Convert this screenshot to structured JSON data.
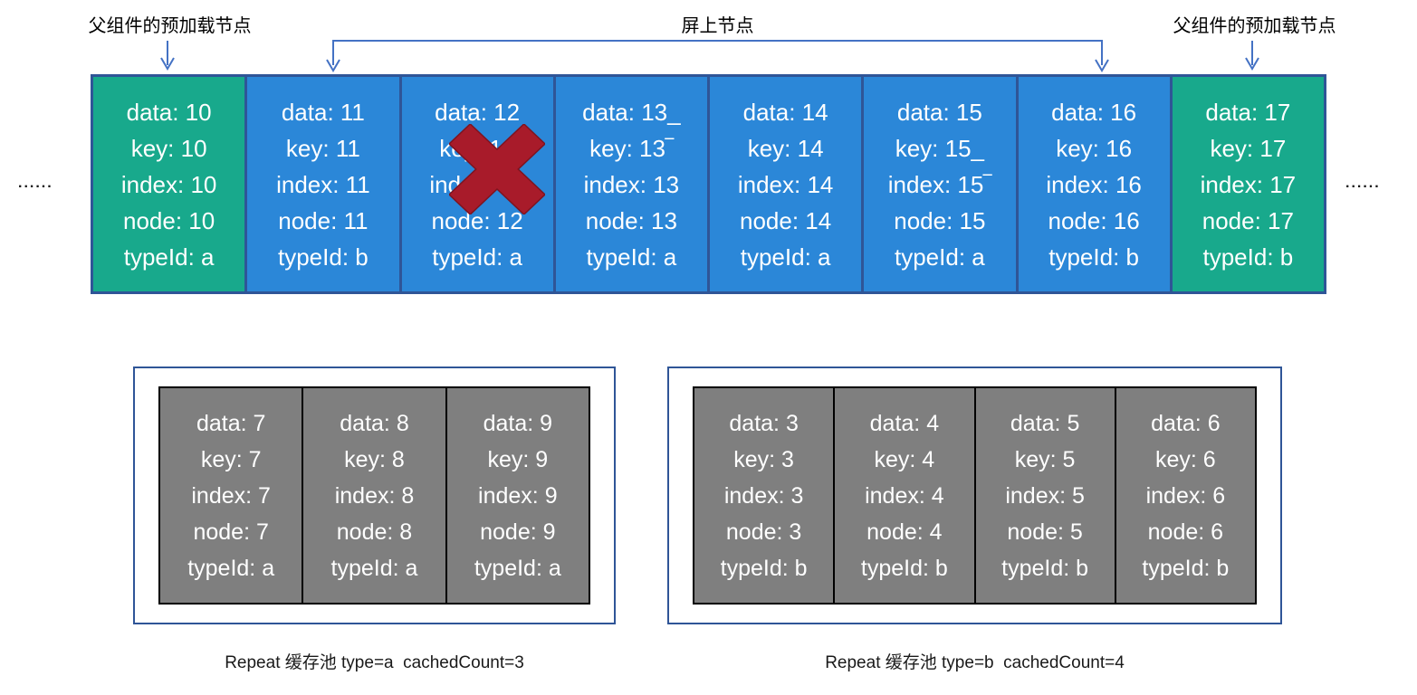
{
  "annotations": {
    "preload_label_left": "父组件的预加载节点",
    "onscreen_label": "屏上节点",
    "preload_label_right": "父组件的预加载节点",
    "ellipsis_left": "......",
    "ellipsis_right": "......"
  },
  "colors": {
    "onscreen_node": "#2B87D8",
    "preload_node": "#18A98C",
    "node_border": "#2F5597",
    "annotation_line": "#4472C4",
    "deleted_cross": "#A81B2A",
    "cache_node": "#7F7F7F",
    "cache_node_border": "#000000",
    "node_text": "#FFFFFF"
  },
  "node_row": {
    "cards": [
      {
        "variant": "preload",
        "deleted": false,
        "lines": [
          "data: 10",
          "key: 10",
          "index: 10",
          "node: 10",
          "typeId: a"
        ]
      },
      {
        "variant": "onscreen",
        "deleted": false,
        "lines": [
          "data: 11",
          "key: 11",
          "index: 11",
          "node: 11",
          "typeId: b"
        ]
      },
      {
        "variant": "onscreen",
        "deleted": true,
        "lines": [
          "data: 12",
          "key: 12",
          "index: 12",
          "node: 12",
          "typeId: a"
        ]
      },
      {
        "variant": "onscreen",
        "deleted": false,
        "lines": [
          "data: 13_",
          "key: 13‾",
          "index: 13",
          "node: 13",
          "typeId: a"
        ]
      },
      {
        "variant": "onscreen",
        "deleted": false,
        "lines": [
          "data: 14",
          "key: 14",
          "index: 14",
          "node: 14",
          "typeId: a"
        ]
      },
      {
        "variant": "onscreen",
        "deleted": false,
        "lines": [
          "data: 15",
          "key: 15_",
          "index: 15‾",
          "node: 15",
          "typeId: a"
        ]
      },
      {
        "variant": "onscreen",
        "deleted": false,
        "lines": [
          "data: 16",
          "key: 16",
          "index: 16",
          "node: 16",
          "typeId: b"
        ]
      },
      {
        "variant": "preload",
        "deleted": false,
        "lines": [
          "data: 17",
          "key: 17",
          "index: 17",
          "node: 17",
          "typeId: b"
        ]
      }
    ]
  },
  "pools": [
    {
      "caption": "Repeat 缓存池 type=a  cachedCount=3",
      "cards": [
        {
          "lines": [
            "data: 7",
            "key: 7",
            "index: 7",
            "node: 7",
            "typeId: a"
          ]
        },
        {
          "lines": [
            "data: 8",
            "key: 8",
            "index: 8",
            "node: 8",
            "typeId: a"
          ]
        },
        {
          "lines": [
            "data: 9",
            "key: 9",
            "index: 9",
            "node: 9",
            "typeId: a"
          ]
        }
      ]
    },
    {
      "caption": "Repeat 缓存池 type=b  cachedCount=4",
      "cards": [
        {
          "lines": [
            "data: 3",
            "key: 3",
            "index: 3",
            "node: 3",
            "typeId: b"
          ]
        },
        {
          "lines": [
            "data: 4",
            "key: 4",
            "index: 4",
            "node: 4",
            "typeId: b"
          ]
        },
        {
          "lines": [
            "data: 5",
            "key: 5",
            "index: 5",
            "node: 5",
            "typeId: b"
          ]
        },
        {
          "lines": [
            "data: 6",
            "key: 6",
            "index: 6",
            "node: 6",
            "typeId: b"
          ]
        }
      ]
    }
  ]
}
